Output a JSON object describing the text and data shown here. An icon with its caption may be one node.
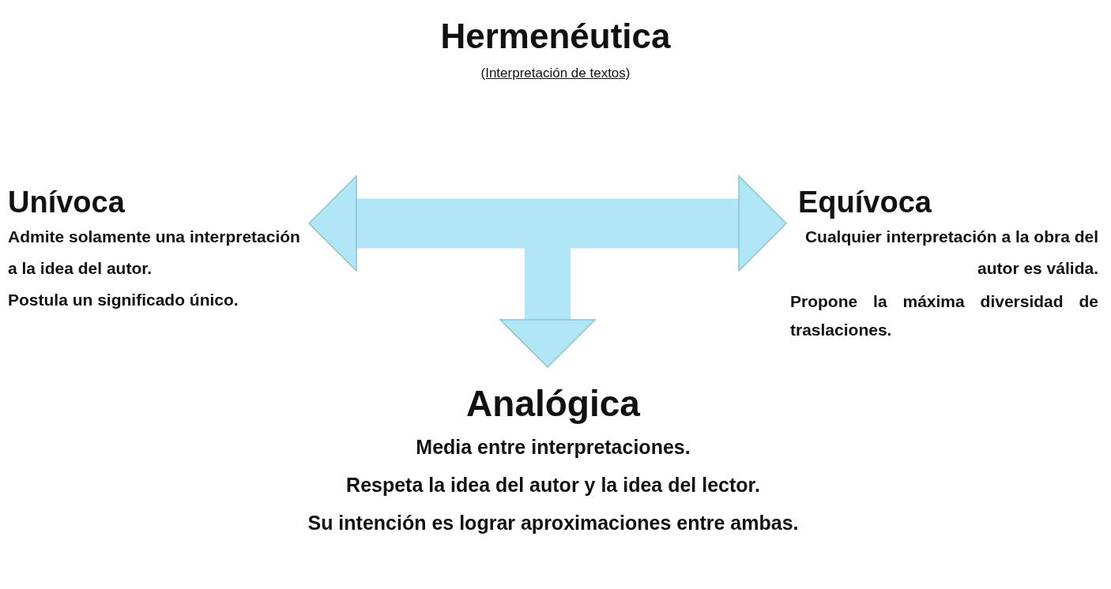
{
  "diagram": {
    "title": "Hermenéutica",
    "nodes": [
      {
        "text": [
          "Unívoca",
          "Admite solamente una interpretación a la idea del autor.",
          "Postula un significado único."
        ]
      },
      {
        "text": [
          "Equívoca",
          "Cualquier interpretación a la obra del autor es válida.",
          "Propone la máxima diversidad de traslaciones."
        ]
      },
      {
        "text": [
          "Analógica",
          "Media entre interpretaciones.",
          "Respeta la idea del autor y la idea del lector.",
          "Su intención es lograr aproximaciones entre ambas."
        ]
      }
    ],
    "edges": [
      {
        "from": null,
        "to": 0,
        "arrow": "to"
      },
      {
        "from": null,
        "to": 1,
        "arrow": "to"
      },
      {
        "from": null,
        "to": 2,
        "arrow": "to"
      }
    ],
    "labels": [
      "(Interpretación de textos)"
    ]
  }
}
